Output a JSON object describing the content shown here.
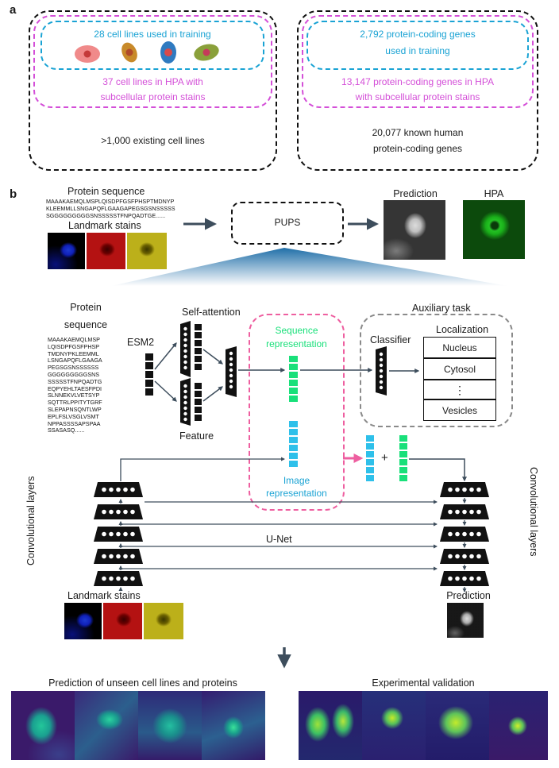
{
  "panel_a": {
    "letter": "a",
    "cells": {
      "training": "28 cell lines used in training",
      "hpa_line1": "37 cell lines in HPA with",
      "hpa_line2": "subcellular protein stains",
      "existing": ">1,000 existing cell lines"
    },
    "genes": {
      "training_line1": "2,792 protein-coding genes",
      "training_line2": "used in training",
      "hpa_line1": "13,147 protein-coding genes in HPA",
      "hpa_line2": "with subcellular protein stains",
      "known_line1": "20,077 known human",
      "known_line2": "protein-coding genes"
    }
  },
  "panel_b": {
    "letter": "b",
    "top": {
      "protein_sequence_title": "Protein sequence",
      "sequence_lines": [
        "MAAAKAEMQLMSPLQISDPFGSFPHSPTMDNYP",
        "KLEEMMLLSNGAPQFLGAAGAPEGSGSNSSSSS",
        "SGGGGGGGGGSNSSSSSTFNPQADTGE......"
      ],
      "landmark_title": "Landmark stains",
      "pups_label": "PUPS",
      "prediction_label": "Prediction",
      "hpa_label": "HPA"
    },
    "model": {
      "protein_label_1": "Protein",
      "protein_label_2": "sequence",
      "sequence_lines": [
        "MAAAKAEMQLMSP",
        "LQISDPFGSFPHSP",
        "TMDNYPKLEEMML",
        "LSNGAPQFLGAAGA",
        "PEGSGSNSSSSSS",
        "GGGGGGGGGSNS",
        "SSSSSTFNPQADTG",
        "EQPYEHLTAESFPDI",
        "SLNNEKVLVETSYP",
        "SQTTRLPPITYTGRF",
        "SLEPAPNSQNTLWP",
        "EPLFSLVSGLVSMT",
        "NPPASSSSAPSPAA",
        "SSASASQ......"
      ],
      "esm2": "ESM2",
      "self_attention": "Self-attention",
      "feature": "Feature",
      "sequence_rep_1": "Sequence",
      "sequence_rep_2": "representation",
      "image_rep_1": "Image",
      "image_rep_2": "representation",
      "auxiliary_task": "Auxiliary task",
      "classifier": "Classifier",
      "localization": "Localization",
      "loc_items": [
        "Nucleus",
        "Cytosol",
        "⋮",
        "Vesicles"
      ],
      "plus": "+",
      "conv_layers": "Convolutional layers",
      "unet": "U-Net",
      "landmark_stains": "Landmark stains",
      "prediction": "Prediction"
    },
    "bottom": {
      "unseen_title": "Prediction of unseen cell lines and proteins",
      "validation_title": "Experimental validation"
    }
  },
  "colors": {
    "cyan": "#1aa3d4",
    "magenta": "#d44fd8",
    "green": "#19e07a",
    "pink": "#ee5fa0",
    "arrow": "#3d4d5c",
    "blue_stain": "#1a22d8",
    "red_stain": "#d21818",
    "yellow_stain": "#d8cc1c",
    "hpa_green": "#1ed01e"
  }
}
